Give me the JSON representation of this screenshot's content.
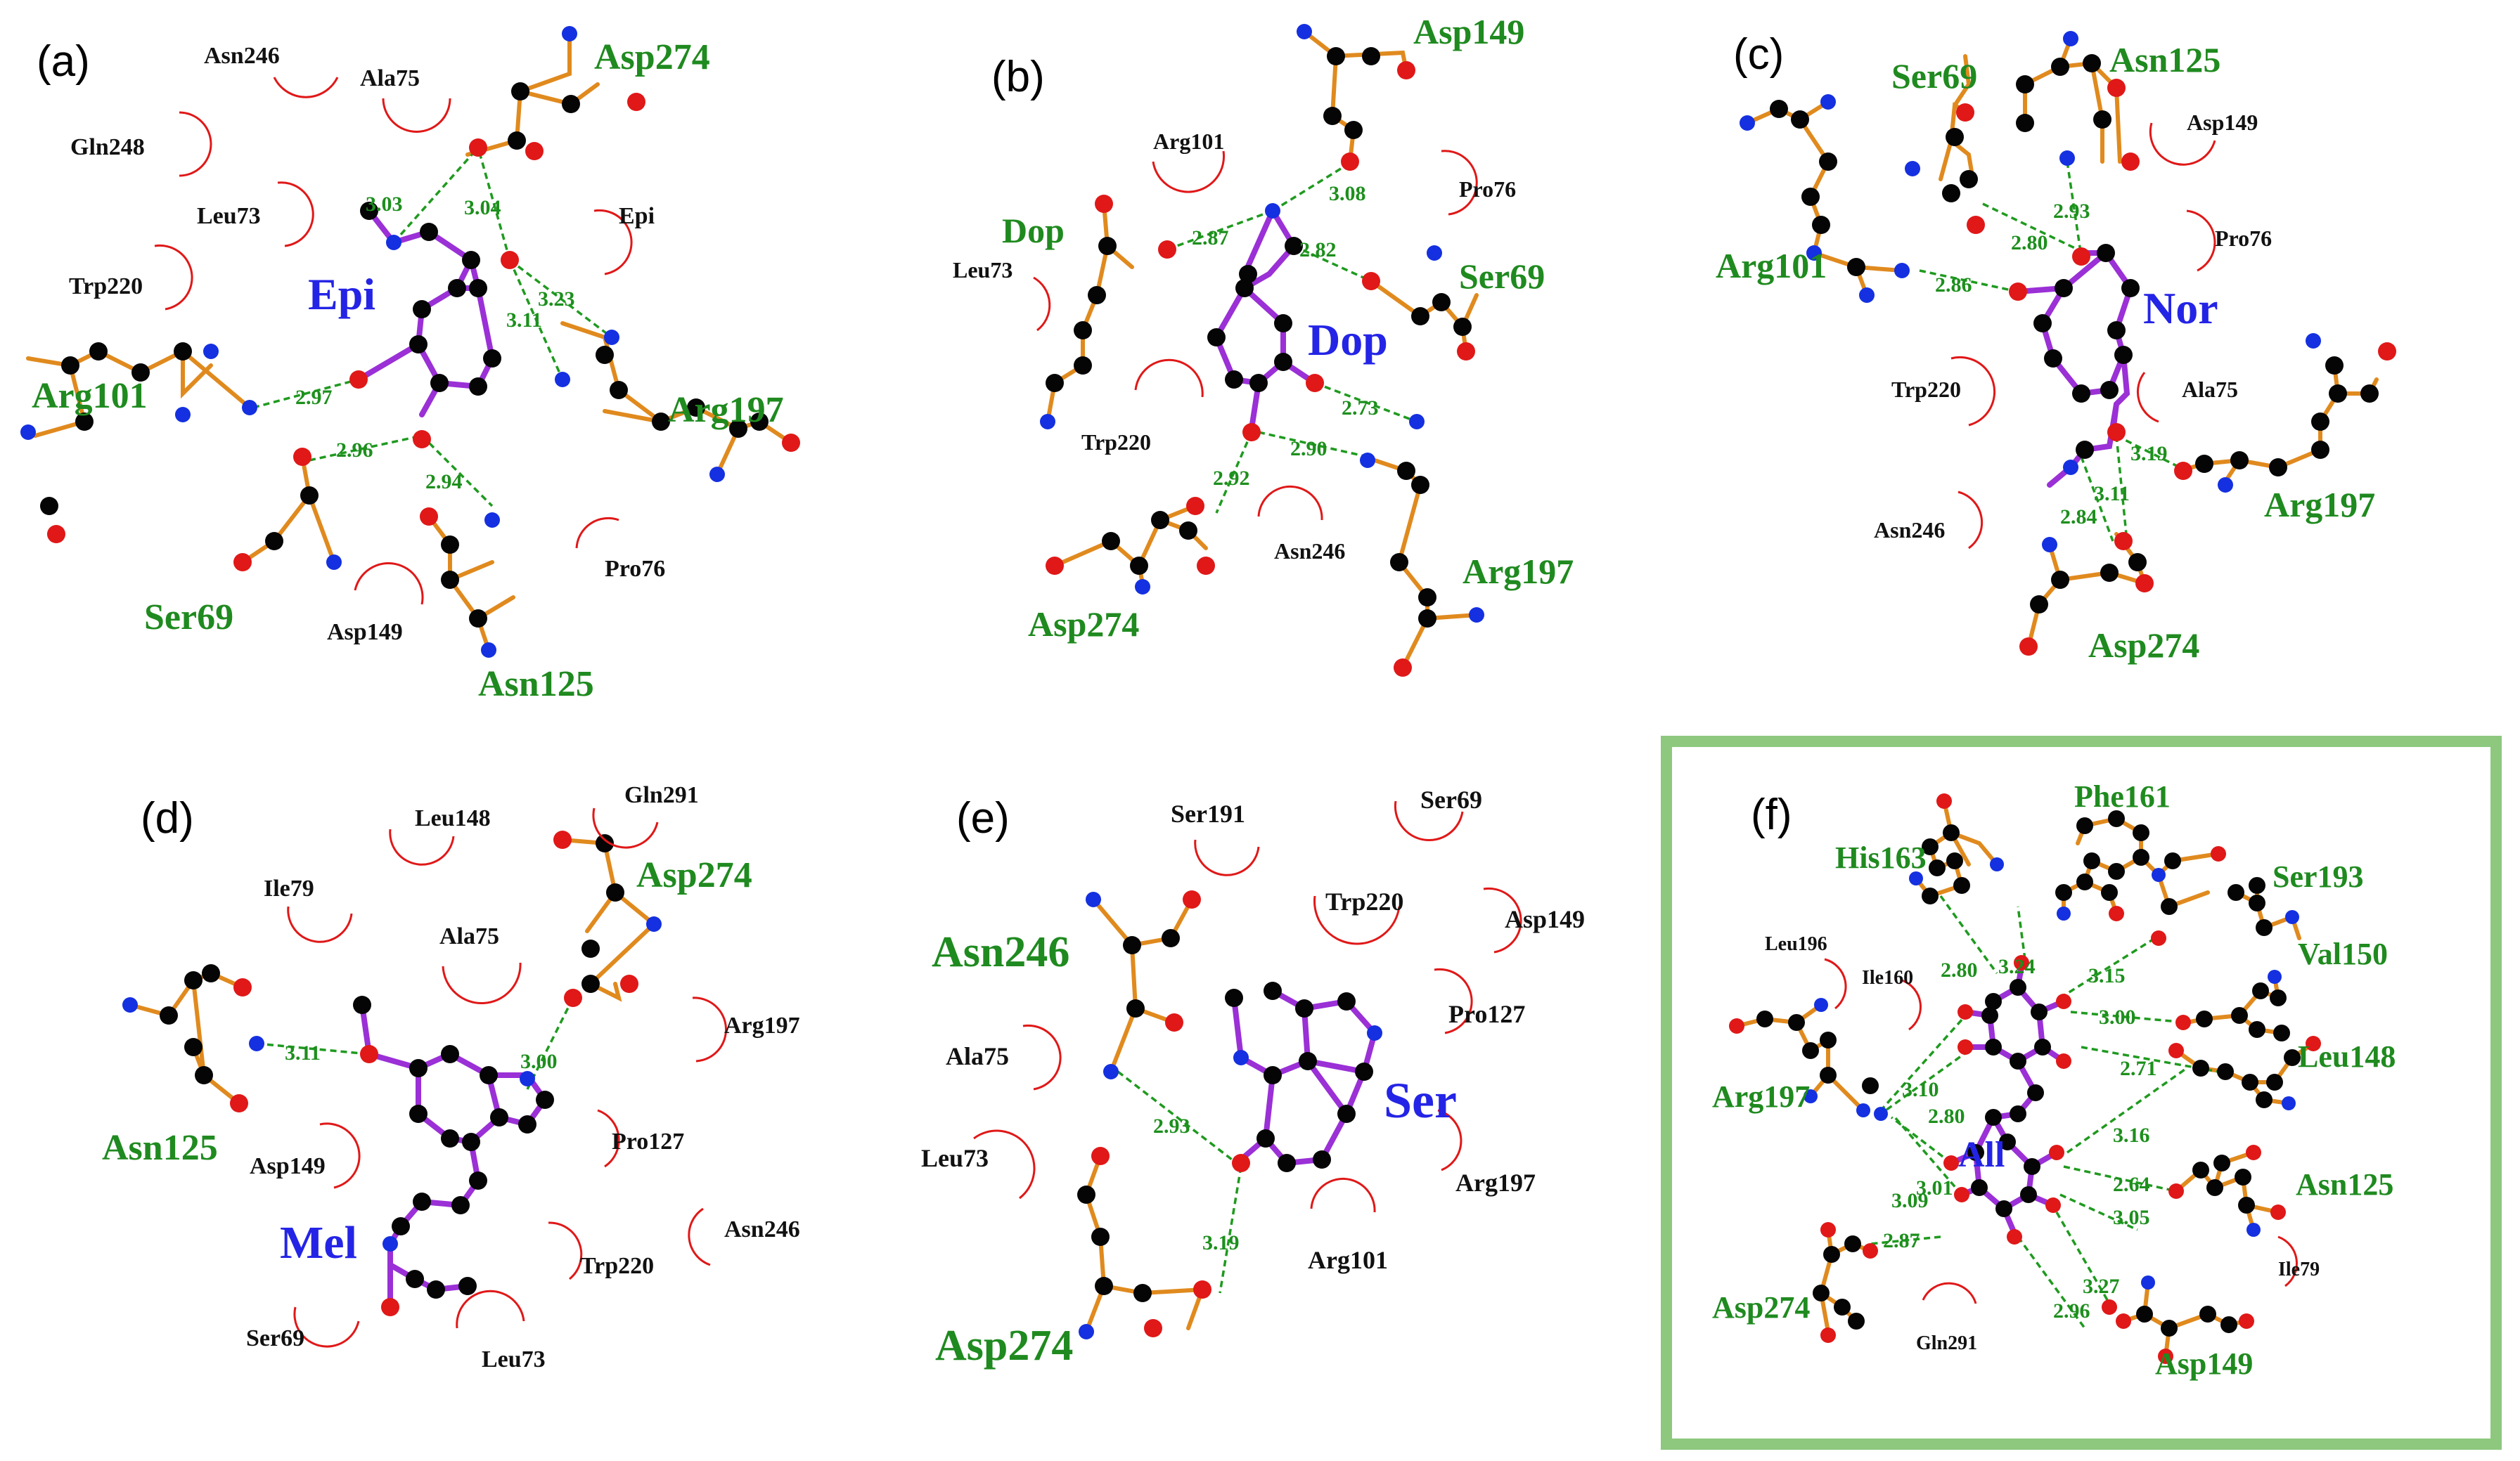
{
  "panels": [
    {
      "label": "(a)",
      "ligand": "Epi",
      "hbond_residues": [
        "Asp274",
        "Arg101",
        "Arg197",
        "Ser69",
        "Asn125"
      ],
      "hydrophobic_residues": [
        "Asn246",
        "Ala75",
        "Gln248",
        "Leu73",
        "Epi",
        "Trp220",
        "Pro76",
        "Asp149"
      ],
      "distances": [
        "3.03",
        "3.04",
        "3.23",
        "3.11",
        "2.97",
        "2.96",
        "2.94"
      ]
    },
    {
      "label": "(b)",
      "ligand": "Dop",
      "hbond_residues": [
        "Asp149",
        "Dop",
        "Ser69",
        "Arg197",
        "Asp274"
      ],
      "hydrophobic_residues": [
        "Arg101",
        "Pro76",
        "Leu73",
        "Trp220",
        "Asn246"
      ],
      "distances": [
        "3.08",
        "2.87",
        "2.82",
        "2.73",
        "2.90",
        "2.92"
      ]
    },
    {
      "label": "(c)",
      "ligand": "Nor",
      "hbond_residues": [
        "Ser69",
        "Asn125",
        "Arg101",
        "Arg197",
        "Asp274"
      ],
      "hydrophobic_residues": [
        "Asp149",
        "Pro76",
        "Trp220",
        "Ala75",
        "Asn246"
      ],
      "distances": [
        "2.93",
        "2.80",
        "2.86",
        "3.19",
        "3.11",
        "2.84"
      ]
    },
    {
      "label": "(d)",
      "ligand": "Mel",
      "hbond_residues": [
        "Asp274",
        "Asn125"
      ],
      "hydrophobic_residues": [
        "Gln291",
        "Leu148",
        "Ile79",
        "Ala75",
        "Arg197",
        "Asp149",
        "Pro127",
        "Trp220",
        "Asn246",
        "Ser69",
        "Leu73"
      ],
      "distances": [
        "3.11",
        "3.00"
      ]
    },
    {
      "label": "(e)",
      "ligand": "Ser",
      "hbond_residues": [
        "Asn246",
        "Asp274"
      ],
      "hydrophobic_residues": [
        "Ser191",
        "Ser69",
        "Trp220",
        "Asp149",
        "Pro127",
        "Ala75",
        "Leu73",
        "Arg197",
        "Arg101"
      ],
      "distances": [
        "2.93",
        "3.19"
      ]
    },
    {
      "label": "(f)",
      "ligand": "All",
      "hbond_residues": [
        "Phe161",
        "His163",
        "Ser193",
        "Val150",
        "Leu148",
        "Arg197",
        "Asn125",
        "Asp274",
        "Asp149"
      ],
      "hydrophobic_residues": [
        "Leu196",
        "Ile160",
        "Gln291",
        "Ile79"
      ],
      "distances": [
        "2.80",
        "3.24",
        "3.15",
        "3.00",
        "3.10",
        "2.80",
        "2.71",
        "3.16",
        "2.64",
        "3.05",
        "3.09",
        "3.01",
        "2.87",
        "3.27",
        "2.96"
      ]
    }
  ],
  "colors": {
    "hbond_residue_text": "#1f8a1f",
    "hydrophobic_text": "#111111",
    "ligand_text": "#2424e6",
    "distance_text": "#1d8f1d",
    "hbond_line": "#1f9a1f",
    "residue_bond": "#e08a1e",
    "ligand_bond": "#9a30d6",
    "carbon": "#050505",
    "nitrogen": "#1430e0",
    "oxygen": "#e01818",
    "hydrophobic_arc": "#e01818",
    "highlight_box": "#8dc87e"
  }
}
